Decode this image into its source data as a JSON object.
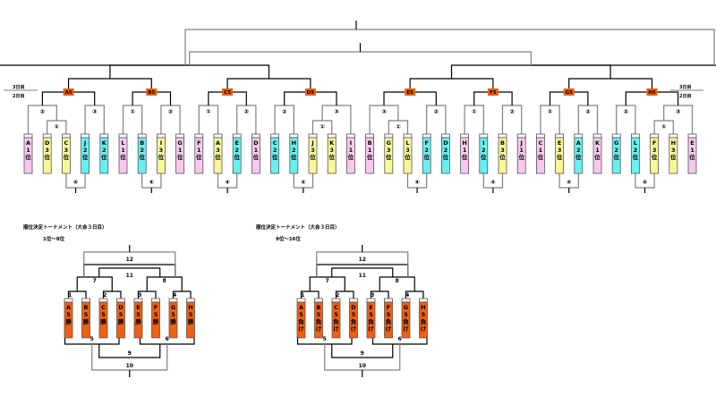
{
  "colors": {
    "pink": "#f8c8f0",
    "yellow": "#f8f898",
    "cyan": "#68f0f0",
    "orange": "#f06010",
    "line": "#000000",
    "line_gray": "#808080"
  },
  "day_labels": {
    "left": {
      "day3": "3日目",
      "day2": "2日目"
    },
    "right": {
      "day3": "3日目",
      "day2": "2日目"
    }
  },
  "main_bracket": {
    "groups": [
      {
        "name": "A5",
        "slots": [
          {
            "team": "A",
            "rank": "1",
            "suffix": "位",
            "color": "pink"
          },
          {
            "team": "D",
            "rank": "3",
            "suffix": "位",
            "color": "yellow"
          },
          {
            "team": "C",
            "rank": "3",
            "suffix": "位",
            "color": "yellow"
          },
          {
            "team": "J",
            "rank": "2",
            "suffix": "位",
            "color": "cyan"
          },
          {
            "team": "K",
            "rank": "2",
            "suffix": "位",
            "color": "cyan"
          }
        ],
        "match_left": "②",
        "match_pre": "①",
        "match_right": "③",
        "match_bottom": "④",
        "pre_side": "left"
      },
      {
        "name": "B5",
        "slots": [
          {
            "team": "L",
            "rank": "1",
            "suffix": "位",
            "color": "pink"
          },
          {
            "team": "B",
            "rank": "2",
            "suffix": "位",
            "color": "cyan"
          },
          {
            "team": "I",
            "rank": "3",
            "suffix": "位",
            "color": "yellow"
          },
          {
            "team": "G",
            "rank": "1",
            "suffix": "位",
            "color": "pink"
          }
        ],
        "match_left": "①",
        "match_right": "②",
        "match_bottom": "④"
      },
      {
        "name": "C5",
        "slots": [
          {
            "team": "F",
            "rank": "1",
            "suffix": "位",
            "color": "pink"
          },
          {
            "team": "A",
            "rank": "3",
            "suffix": "位",
            "color": "yellow"
          },
          {
            "team": "E",
            "rank": "2",
            "suffix": "位",
            "color": "cyan"
          },
          {
            "team": "D",
            "rank": "1",
            "suffix": "位",
            "color": "pink"
          }
        ],
        "match_left": "①",
        "match_right": "②",
        "match_bottom": "④"
      },
      {
        "name": "D5",
        "slots": [
          {
            "team": "C",
            "rank": "2",
            "suffix": "位",
            "color": "cyan"
          },
          {
            "team": "H",
            "rank": "2",
            "suffix": "位",
            "color": "cyan"
          },
          {
            "team": "J",
            "rank": "3",
            "suffix": "位",
            "color": "yellow"
          },
          {
            "team": "K",
            "rank": "3",
            "suffix": "位",
            "color": "yellow"
          },
          {
            "team": "I",
            "rank": "1",
            "suffix": "位",
            "color": "pink"
          }
        ],
        "match_left": "②",
        "match_pre": "①",
        "match_right": "③",
        "match_bottom": "④",
        "pre_side": "right"
      },
      {
        "name": "E5",
        "slots": [
          {
            "team": "B",
            "rank": "1",
            "suffix": "位",
            "color": "pink"
          },
          {
            "team": "G",
            "rank": "3",
            "suffix": "位",
            "color": "yellow"
          },
          {
            "team": "L",
            "rank": "3",
            "suffix": "位",
            "color": "yellow"
          },
          {
            "team": "F",
            "rank": "2",
            "suffix": "位",
            "color": "cyan"
          },
          {
            "team": "D",
            "rank": "2",
            "suffix": "位",
            "color": "cyan"
          }
        ],
        "match_left": "③",
        "match_pre": "①",
        "match_right": "②",
        "match_bottom": "④",
        "pre_side": "left"
      },
      {
        "name": "F5",
        "slots": [
          {
            "team": "H",
            "rank": "1",
            "suffix": "位",
            "color": "pink"
          },
          {
            "team": "I",
            "rank": "2",
            "suffix": "位",
            "color": "cyan"
          },
          {
            "team": "B",
            "rank": "3",
            "suffix": "位",
            "color": "yellow"
          },
          {
            "team": "J",
            "rank": "1",
            "suffix": "位",
            "color": "pink"
          }
        ],
        "match_left": "①",
        "match_right": "②",
        "match_bottom": "④"
      },
      {
        "name": "G5",
        "slots": [
          {
            "team": "C",
            "rank": "1",
            "suffix": "位",
            "color": "pink"
          },
          {
            "team": "E",
            "rank": "3",
            "suffix": "位",
            "color": "yellow"
          },
          {
            "team": "A",
            "rank": "2",
            "suffix": "位",
            "color": "cyan"
          },
          {
            "team": "K",
            "rank": "1",
            "suffix": "位",
            "color": "pink"
          }
        ],
        "match_left": "①",
        "match_right": "②",
        "match_bottom": "④"
      },
      {
        "name": "H5",
        "slots": [
          {
            "team": "G",
            "rank": "2",
            "suffix": "位",
            "color": "cyan"
          },
          {
            "team": "L",
            "rank": "2",
            "suffix": "位",
            "color": "cyan"
          },
          {
            "team": "F",
            "rank": "3",
            "suffix": "位",
            "color": "yellow"
          },
          {
            "team": "H",
            "rank": "3",
            "suffix": "位",
            "color": "yellow"
          },
          {
            "team": "E",
            "rank": "1",
            "suffix": "位",
            "color": "pink"
          }
        ],
        "match_left": "②",
        "match_pre": "①",
        "match_right": "③",
        "match_bottom": "④",
        "pre_side": "right"
      }
    ]
  },
  "placement_tournaments": [
    {
      "title": "順位決定トーナメント（大会３日目）",
      "subtitle": "1位～8位",
      "slots": [
        {
          "l1": "A",
          "l2": "5",
          "l3": "勝"
        },
        {
          "l1": "B",
          "l2": "5",
          "l3": "勝"
        },
        {
          "l1": "C",
          "l2": "5",
          "l3": "勝"
        },
        {
          "l1": "D",
          "l2": "5",
          "l3": "勝"
        },
        {
          "l1": "E",
          "l2": "5",
          "l3": "勝"
        },
        {
          "l1": "F",
          "l2": "5",
          "l3": "勝"
        },
        {
          "l1": "G",
          "l2": "5",
          "l3": "勝"
        },
        {
          "l1": "H",
          "l2": "5",
          "l3": "勝"
        }
      ],
      "matches": {
        "m1": "1",
        "m2": "2",
        "m3": "3",
        "m4": "4",
        "m5": "5",
        "m6": "6",
        "m7": "7",
        "m8": "8",
        "m9": "9",
        "m10": "10",
        "m11": "11",
        "m12": "12"
      }
    },
    {
      "title": "順位決定トーナメント（大会３日目）",
      "subtitle": "9位～16位",
      "slots": [
        {
          "l1": "A",
          "l2": "5",
          "l3": "負",
          "l4": "け"
        },
        {
          "l1": "B",
          "l2": "5",
          "l3": "負",
          "l4": "け"
        },
        {
          "l1": "C",
          "l2": "5",
          "l3": "負",
          "l4": "け"
        },
        {
          "l1": "D",
          "l2": "5",
          "l3": "負",
          "l4": "け"
        },
        {
          "l1": "E",
          "l2": "5",
          "l3": "負",
          "l4": "け"
        },
        {
          "l1": "F",
          "l2": "5",
          "l3": "負",
          "l4": "け"
        },
        {
          "l1": "G",
          "l2": "5",
          "l3": "負",
          "l4": "け"
        },
        {
          "l1": "H",
          "l2": "5",
          "l3": "負",
          "l4": "け"
        }
      ],
      "matches": {
        "m1": "1",
        "m2": "2",
        "m3": "3",
        "m4": "4",
        "m5": "5",
        "m6": "6",
        "m7": "7",
        "m8": "8",
        "m9": "9",
        "m10": "10",
        "m11": "11",
        "m12": "12"
      }
    }
  ]
}
